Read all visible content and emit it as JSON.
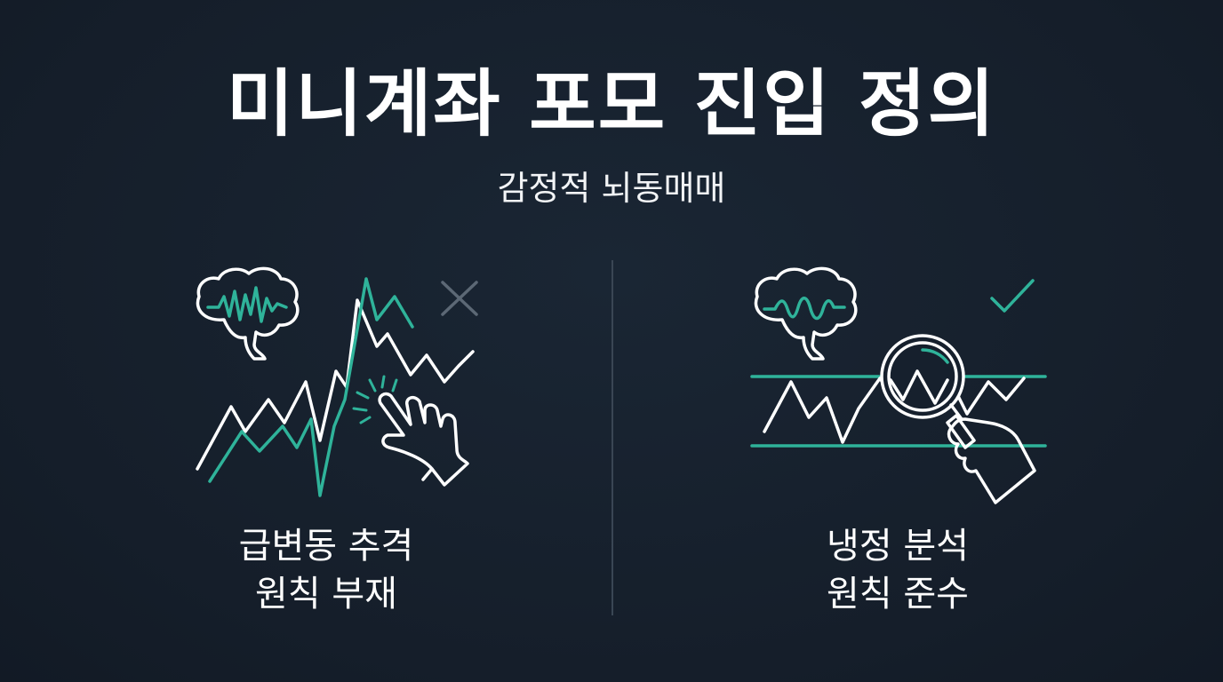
{
  "title": "미니계좌 포모 진입 정의",
  "subtitle": "감정적 뇌동매매",
  "left_panel": {
    "line1": "급변동 추격",
    "line2": "원칙 부재",
    "status_icon": "x-mark-icon",
    "icons": [
      "brain-icon",
      "volatile-chart-icon",
      "tapping-hand-icon"
    ]
  },
  "right_panel": {
    "line1": "냉정 분석",
    "line2": "원칙 준수",
    "status_icon": "check-mark-icon",
    "icons": [
      "brain-icon",
      "range-chart-icon",
      "magnifier-hand-icon"
    ]
  },
  "colors": {
    "background": "#16202d",
    "accent": "#2fb39a",
    "line": "#ffffff",
    "muted": "#5c6875"
  }
}
